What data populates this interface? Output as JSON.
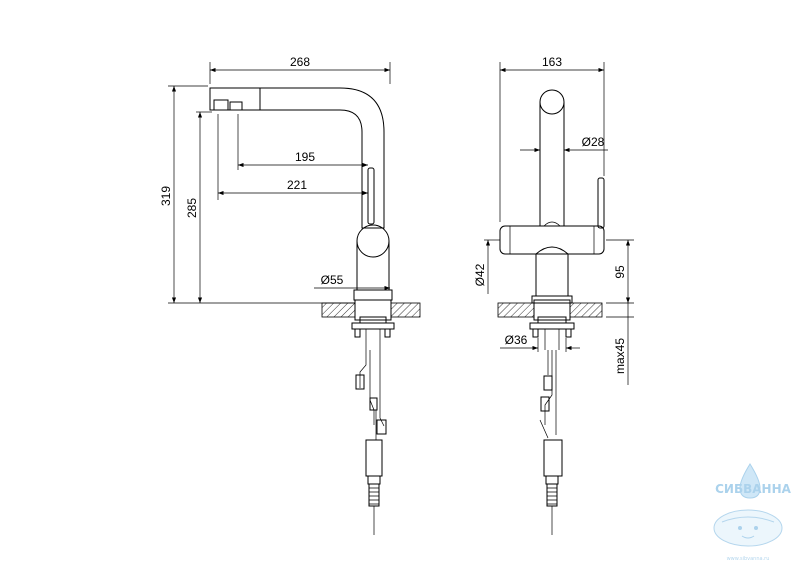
{
  "dimensions": {
    "side_width": "268",
    "side_reach_1": "195",
    "side_reach_2": "221",
    "side_height_total": "319",
    "side_height_spout": "285",
    "side_base_diameter": "Ø55",
    "front_width": "163",
    "front_lever_diameter": "Ø28",
    "front_body_diameter": "Ø42",
    "front_height": "95",
    "front_mount_diameter": "Ø36",
    "front_max_thickness": "max45"
  },
  "watermark": {
    "brand": "СИБВАННА",
    "url": "www.sibvanna.ru"
  },
  "colors": {
    "line": "#000000",
    "watermark": "#8fc3e6"
  }
}
